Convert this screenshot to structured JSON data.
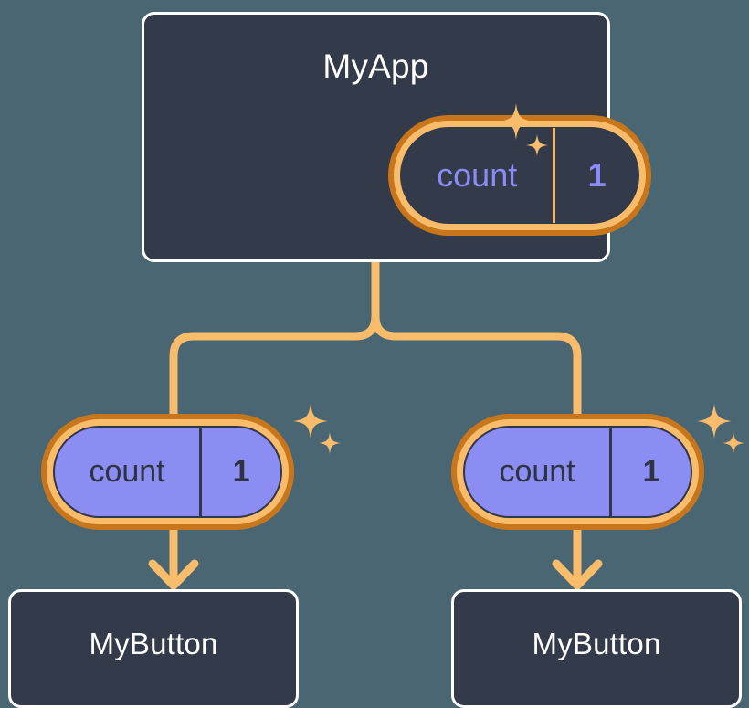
{
  "diagram": {
    "type": "component-state-tree",
    "background_color": "#4a6672",
    "accent_color": "#f9bc6b",
    "accent_dark_color": "#c8761c",
    "card_color": "#333a49",
    "state_fill_color": "#8b8df2",
    "state_text_color": "#8b8bf5"
  },
  "root": {
    "title": "MyApp",
    "state": {
      "key": "count",
      "value": "1",
      "sparkle_icon": "sparkles-icon"
    }
  },
  "children": [
    {
      "state": {
        "key": "count",
        "value": "1",
        "sparkle_icon": "sparkles-icon"
      },
      "title": "MyButton"
    },
    {
      "state": {
        "key": "count",
        "value": "1",
        "sparkle_icon": "sparkles-icon"
      },
      "title": "MyButton"
    }
  ],
  "connectors": {
    "tree_branch": "rounded-elbow",
    "arrow_icon": "arrow-down-icon"
  }
}
